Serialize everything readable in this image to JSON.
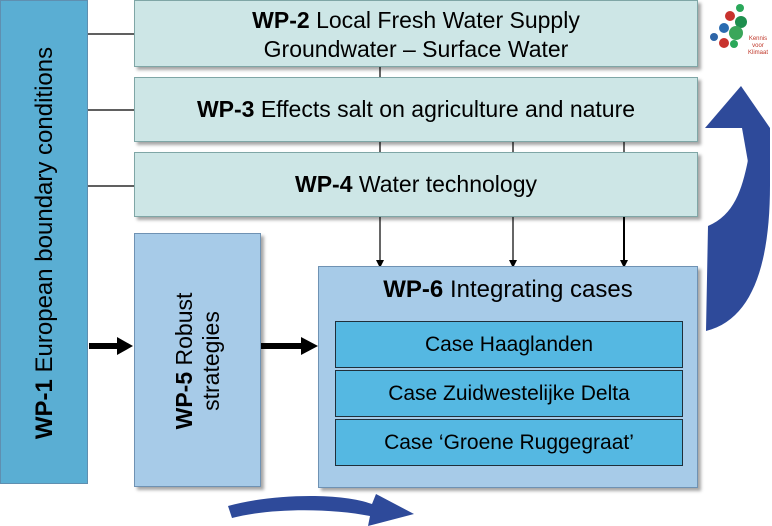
{
  "wp1": {
    "id": "WP-1",
    "label": "European boundary conditions"
  },
  "wp2": {
    "id": "WP-2",
    "line1": "Local Fresh Water Supply",
    "line2": "Groundwater – Surface Water"
  },
  "wp3": {
    "id": "WP-3",
    "label": "Effects salt on agriculture and nature"
  },
  "wp4": {
    "id": "WP-4",
    "label": "Water technology"
  },
  "wp5": {
    "id": "WP-5",
    "line1": "Robust",
    "line2": "strategies"
  },
  "wp6": {
    "id": "WP-6",
    "label": "Integrating cases",
    "cases": [
      "Case Haaglanden",
      "Case Zuidwestelijke Delta",
      "Case ‘Groene Ruggegraat’"
    ]
  },
  "logo": {
    "line1": "Kennis",
    "line2": "voor",
    "line3": "Klimaat",
    "text_color": "#c0392b"
  },
  "colors": {
    "wp1_fill": "#5aaed3",
    "teal_fill": "#cde6e6",
    "wp5_wp6_fill": "#a7cbe8",
    "case_fill": "#55b8e2",
    "cycle_arrow": "#2e4a9a"
  }
}
